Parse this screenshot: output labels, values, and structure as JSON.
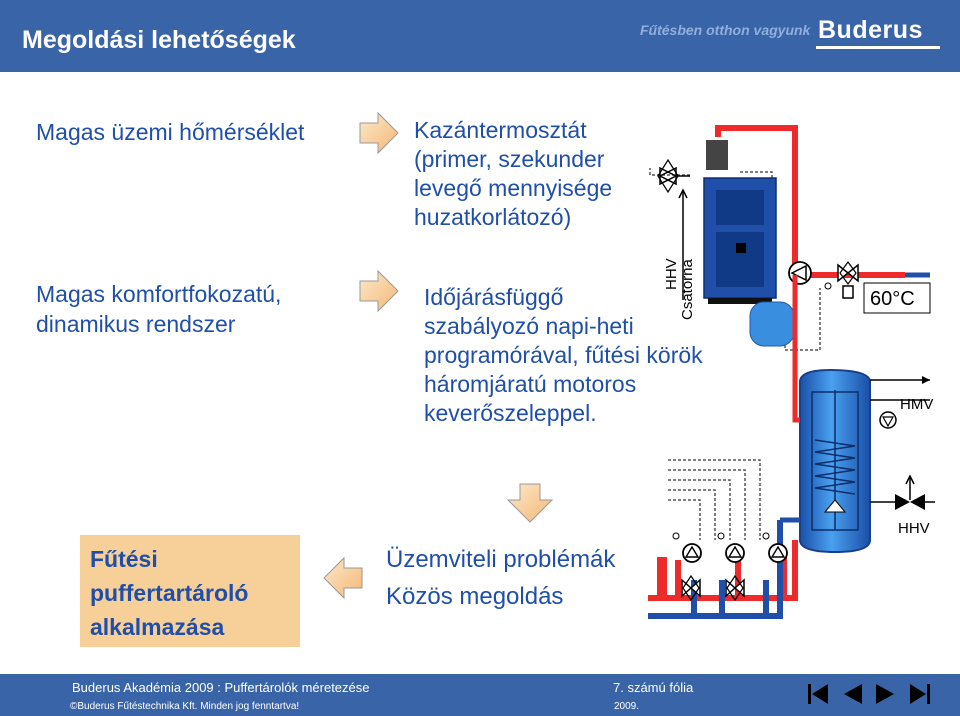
{
  "header": {
    "title": "Megoldási lehetőségek",
    "slogan": "Fűtésben otthon vagyunk",
    "logo": "Buderus"
  },
  "left": {
    "label1": "Magas üzemi hőmérséklet",
    "label2_line1": "Magas komfortfokozatú,",
    "label2_line2": "dinamikus rendszer"
  },
  "middle": {
    "kazan_lines": [
      "Kazántermosztát",
      "(primer, szekunder",
      "levegő mennyisége",
      "huzatkorlátozó)"
    ],
    "idojaras_lines": [
      "Időjárásfüggő",
      "szabályozó napi-heti",
      "programórával, fűtési körök",
      "háromjáratú motoros",
      "keverőszeleppel."
    ]
  },
  "bottom": {
    "box_lines": [
      "Fűtési",
      "puffertartároló",
      "alkalmazása"
    ],
    "problem": "Üzemviteli problémák",
    "solution": "Közös megoldás"
  },
  "diagram": {
    "hhv_vertical": "HHV",
    "csatorna": "Csatorna",
    "temp": "60°C",
    "hmv": "HMV",
    "hhv_bottom": "HHV",
    "colors": {
      "hot": "#ee2a2a",
      "cold": "#1f4fa8",
      "tank": "#2a78d6"
    }
  },
  "footer": {
    "left": "Buderus Akadémia 2009 : Puffertárolók méretezése",
    "slide": "7. számú fólia",
    "copyright": "©Buderus Fűtéstechnika Kft. Minden jog fenntartva!",
    "year": "2009.",
    "nav": [
      "first-icon",
      "prev-icon",
      "next-icon",
      "last-icon"
    ]
  }
}
